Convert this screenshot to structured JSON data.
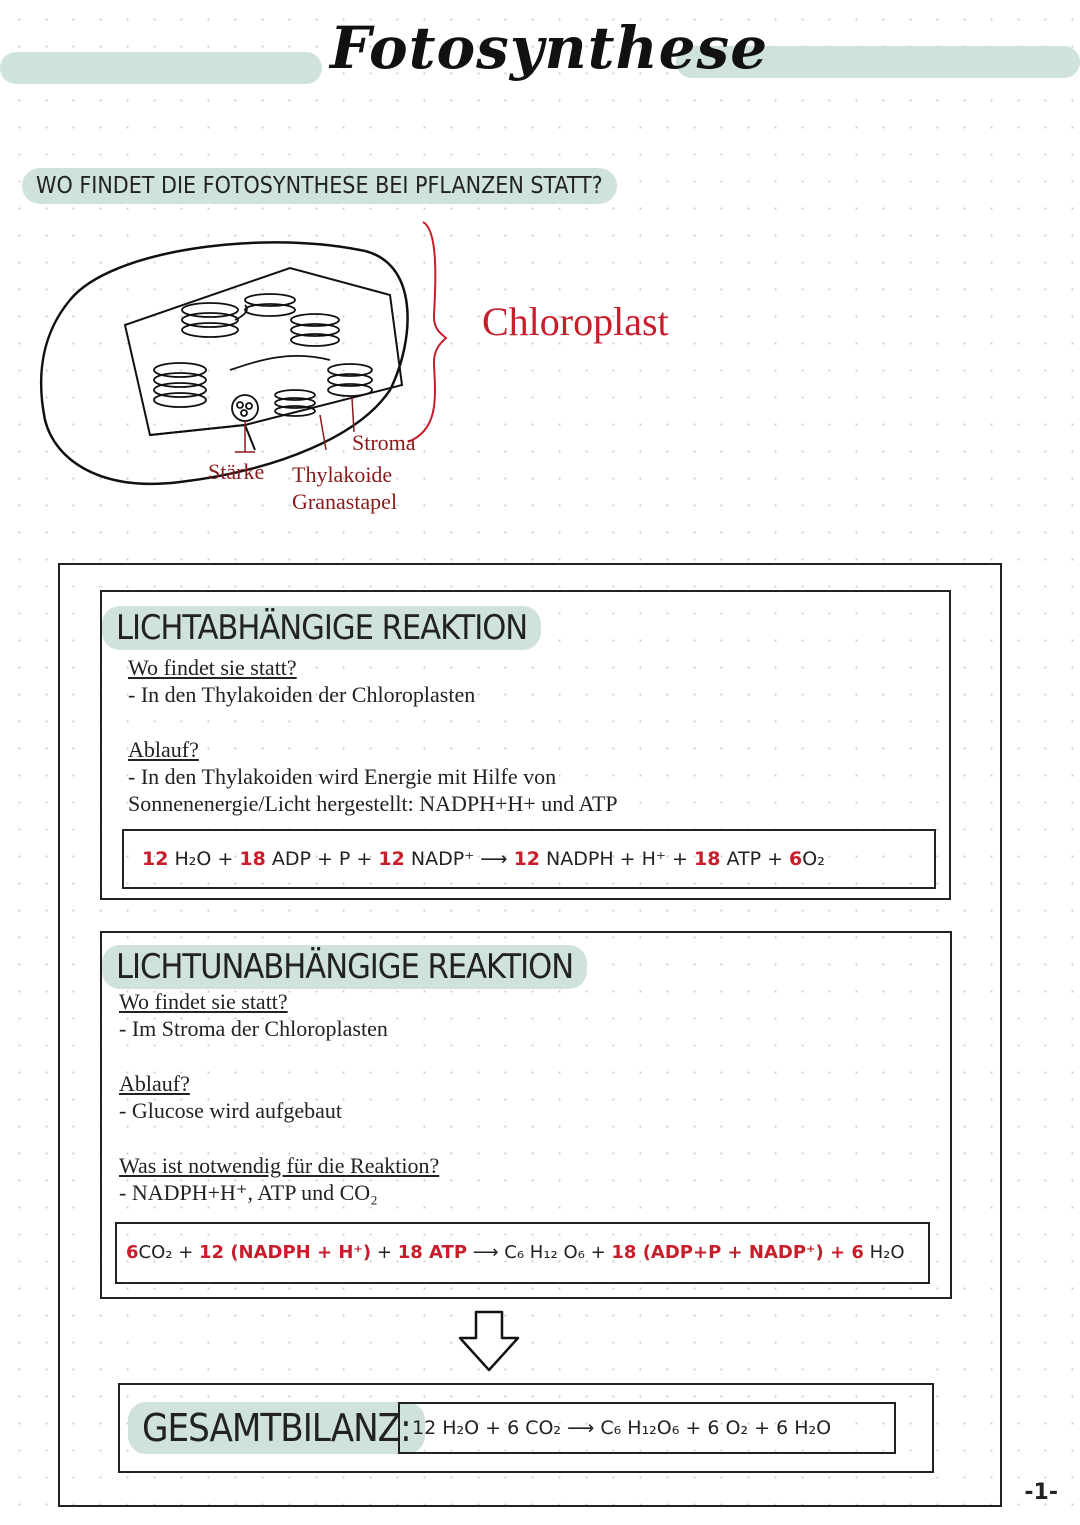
{
  "title": "Fotosynthese",
  "question_heading": "WO FINDET DIE FOTOSYNTHESE BEI PFLANZEN STATT?",
  "diagram": {
    "chloroplast_label": "Chloroplast",
    "stroma_label": "Stroma",
    "staerke_label": "Stärke",
    "thylakoide_label": "Thylakoide",
    "granastapel_label": "Granastapel"
  },
  "light_dependent": {
    "heading": "LICHTABHÄNGIGE REAKTION",
    "where_q": "Wo findet sie statt?",
    "where_a": "- In den Thylakoiden der Chloroplasten",
    "process_q": "Ablauf?",
    "process_a1": "- In den Thylakoiden wird Energie mit Hilfe von",
    "process_a2": "Sonnenenergie/Licht hergestellt: NADPH+H+ und ATP",
    "equation": {
      "c1": "12",
      "t1": " H₂O + ",
      "c2": "18",
      "t2": " ADP + P + ",
      "c3": "12",
      "t3": " NADP⁺",
      "arrow": " ⟶ ",
      "c4": "12",
      "t4": " NADPH + H⁺ + ",
      "c5": "18",
      "t5": " ATP + ",
      "c6": "6",
      "t6": "O₂"
    }
  },
  "light_independent": {
    "heading": "LICHTUNABHÄNGIGE REAKTION",
    "where_q": "Wo findet sie statt?",
    "where_a": "- Im Stroma der Chloroplasten",
    "process_q": "Ablauf?",
    "process_a": "- Glucose wird aufgebaut",
    "need_q": "Was ist notwendig für die Reaktion?",
    "need_a": "- NADPH+H⁺, ATP und CO₂",
    "equation": {
      "c1": "6",
      "t1": "CO₂ + ",
      "c2": "12 (NADPH + H⁺)",
      "t2": " + ",
      "c3": "18 ATP",
      "arrow": " ⟶ ",
      "t4": "C₆ H₁₂ O₆ + ",
      "c5": "18 (ADP+P + NADP⁺) + 6",
      "t5": " H₂O"
    }
  },
  "total": {
    "label": "GESAMTBILANZ:",
    "equation": "12 H₂O + 6 CO₂ ⟶ C₆ H₁₂O₆ + 6 O₂ + 6 H₂O"
  },
  "page_number": "-1-",
  "colors": {
    "accent_green": "#cfe3da",
    "red": "#c81e2c",
    "ink": "#222222"
  }
}
